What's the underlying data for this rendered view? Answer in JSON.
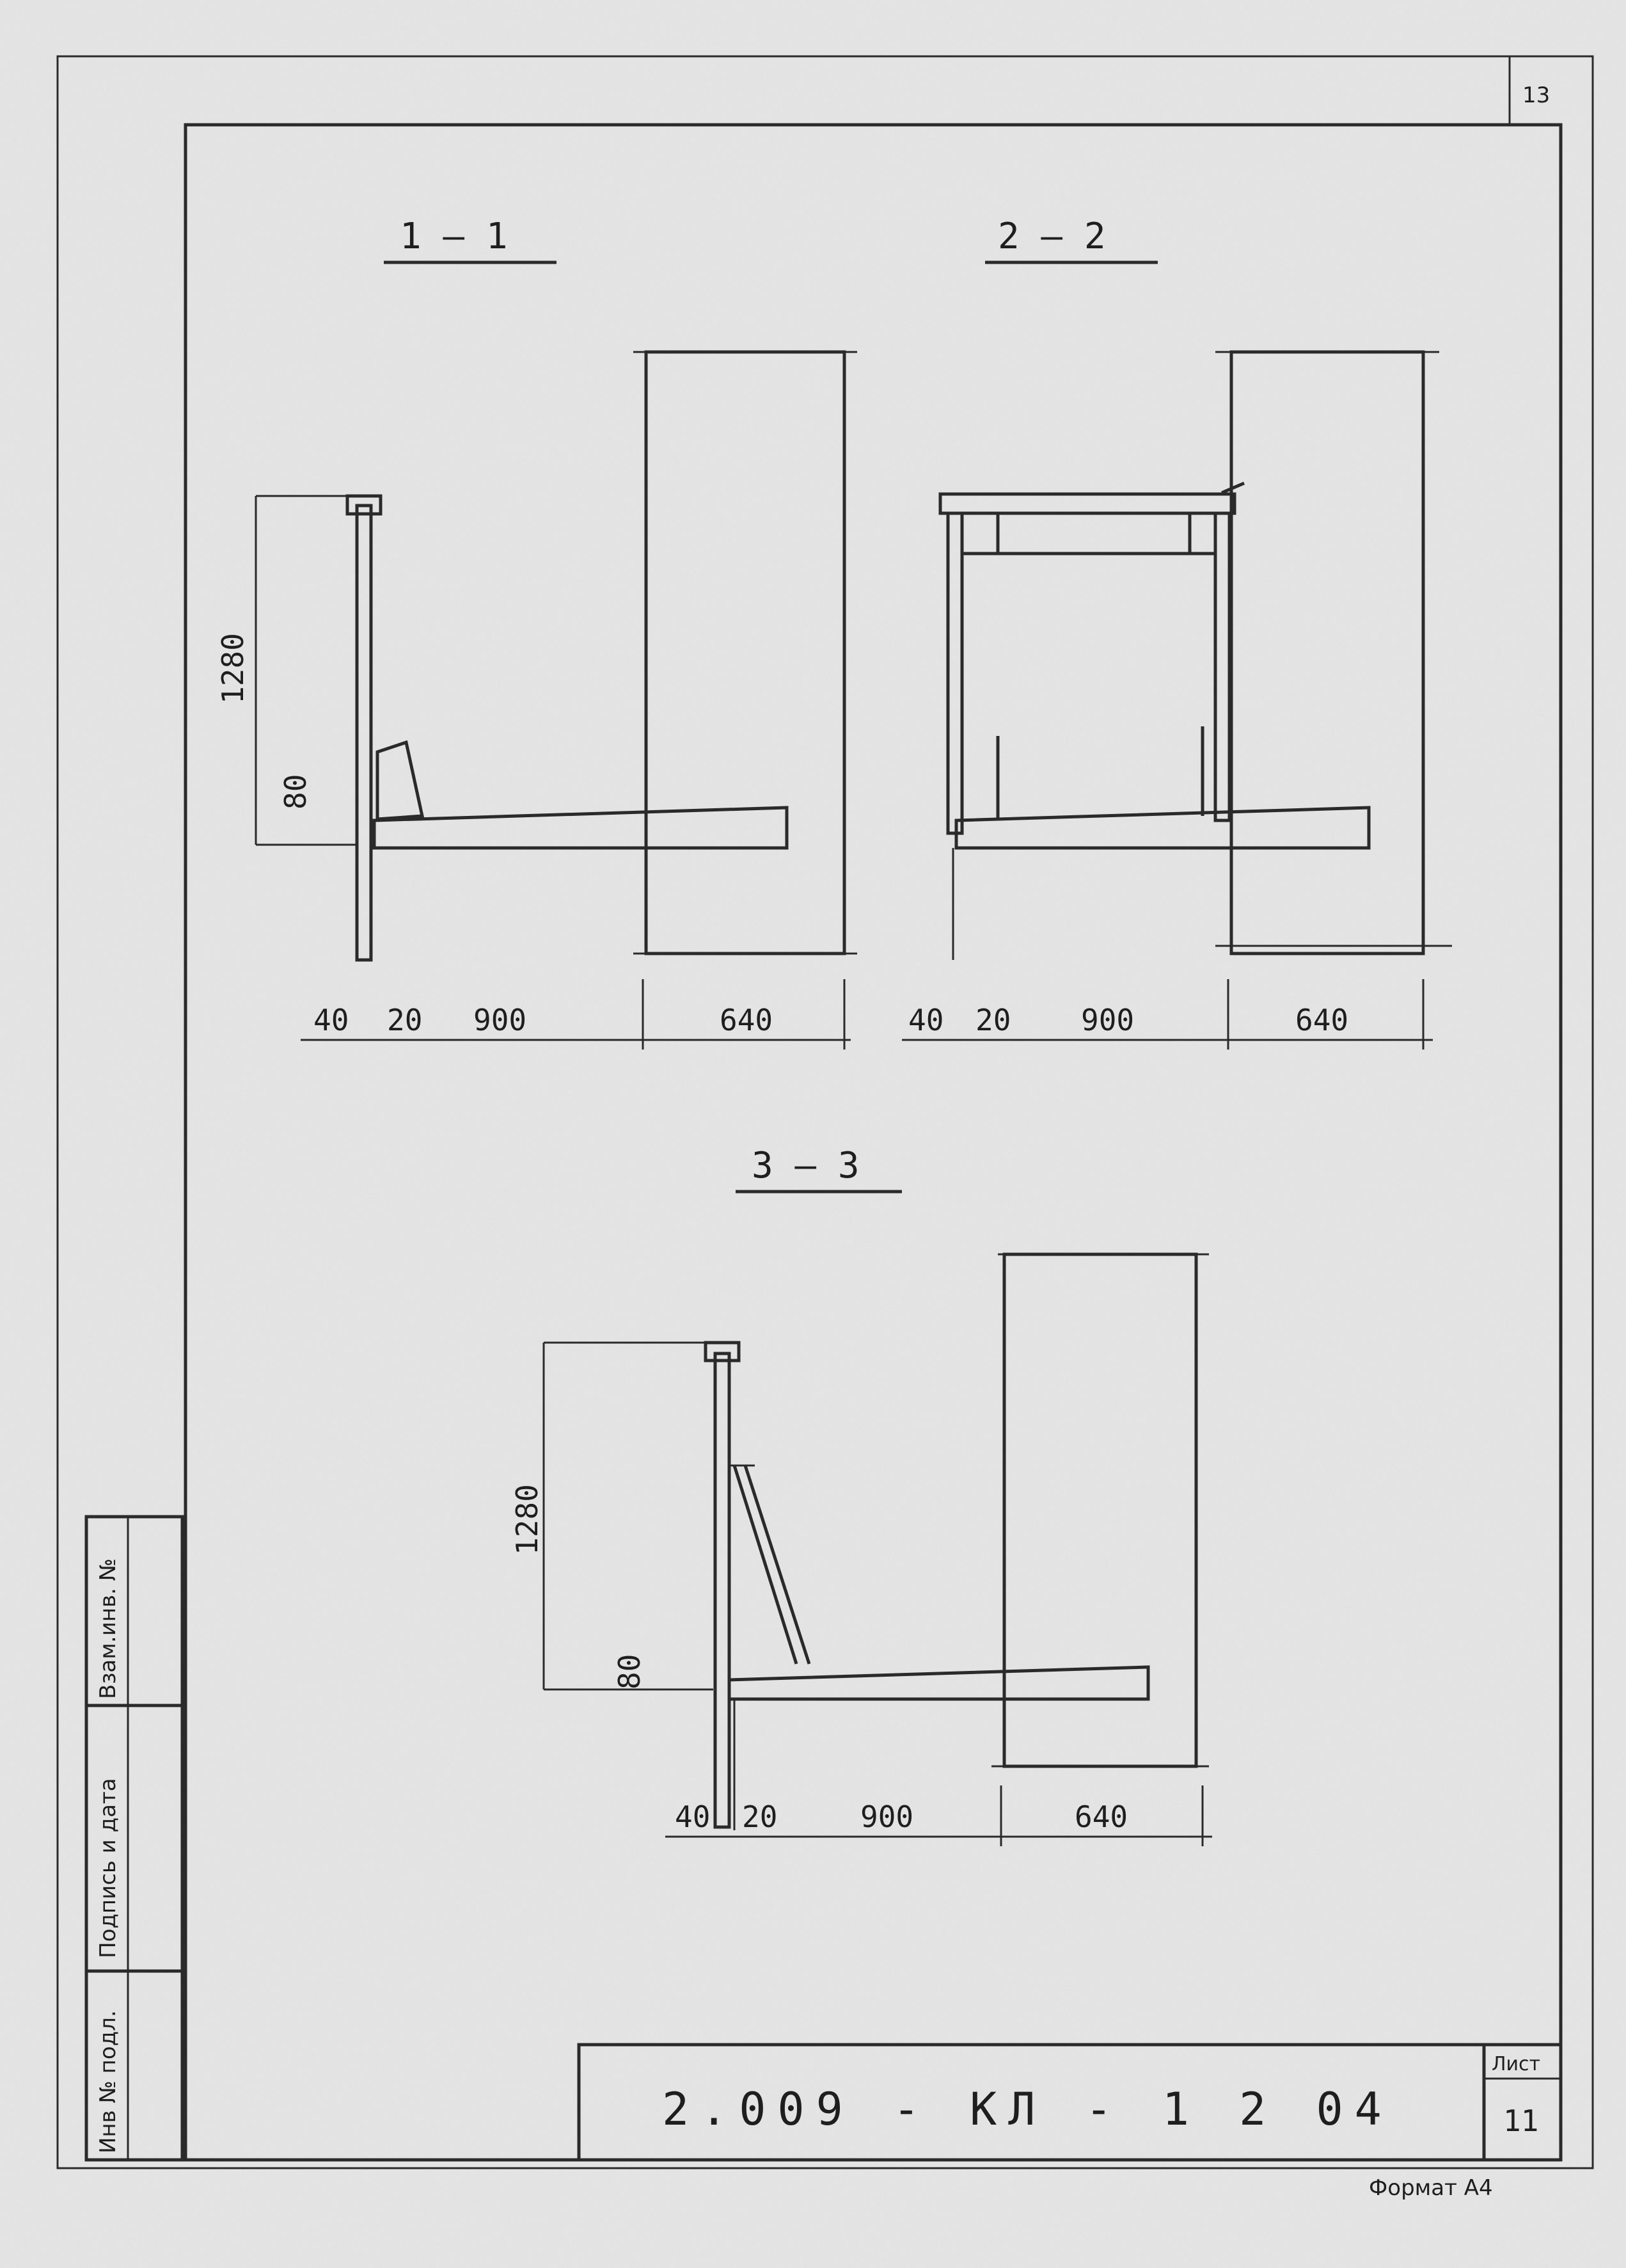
{
  "sections": [
    {
      "label": "1 — 1"
    },
    {
      "label": "2 — 2"
    },
    {
      "label": "3 — 3"
    }
  ],
  "dimensions": {
    "sec1": {
      "height": "1280",
      "ledge": "80",
      "d40": "40",
      "d20": "20",
      "d900": "900",
      "d640": "640"
    },
    "sec2": {
      "d40": "40",
      "d20": "20",
      "d900": "900",
      "d640": "640"
    },
    "sec3": {
      "height": "1280",
      "ledge": "80",
      "d40": "40",
      "d20": "20",
      "d900": "900",
      "d640": "640"
    }
  },
  "side_stamp": {
    "inv_no": "Инв № подл.",
    "signature_date": "Подпись и дата",
    "replace_inv": "Взам.инв. №"
  },
  "title_block": {
    "code": "2.009 - КЛ - 1   2   04",
    "sheet_label": "Лист",
    "sheet_no": "11"
  },
  "corner_mark": "13",
  "format_label": "Формат А4"
}
